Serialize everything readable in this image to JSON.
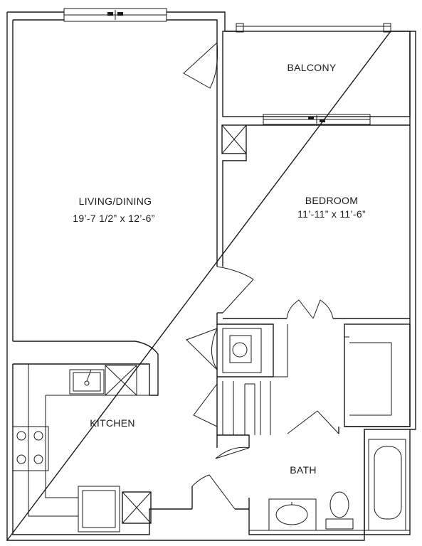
{
  "rooms": {
    "balcony": {
      "name": "BALCONY"
    },
    "living": {
      "name": "LIVING/DINING",
      "dims": "19’-7 1/2” x 12’-6”"
    },
    "bedroom": {
      "name": "BEDROOM",
      "dims": "11’-11” x 11’-6”"
    },
    "kitchen": {
      "name": "KITCHEN"
    },
    "bath": {
      "name": "BATH"
    }
  }
}
